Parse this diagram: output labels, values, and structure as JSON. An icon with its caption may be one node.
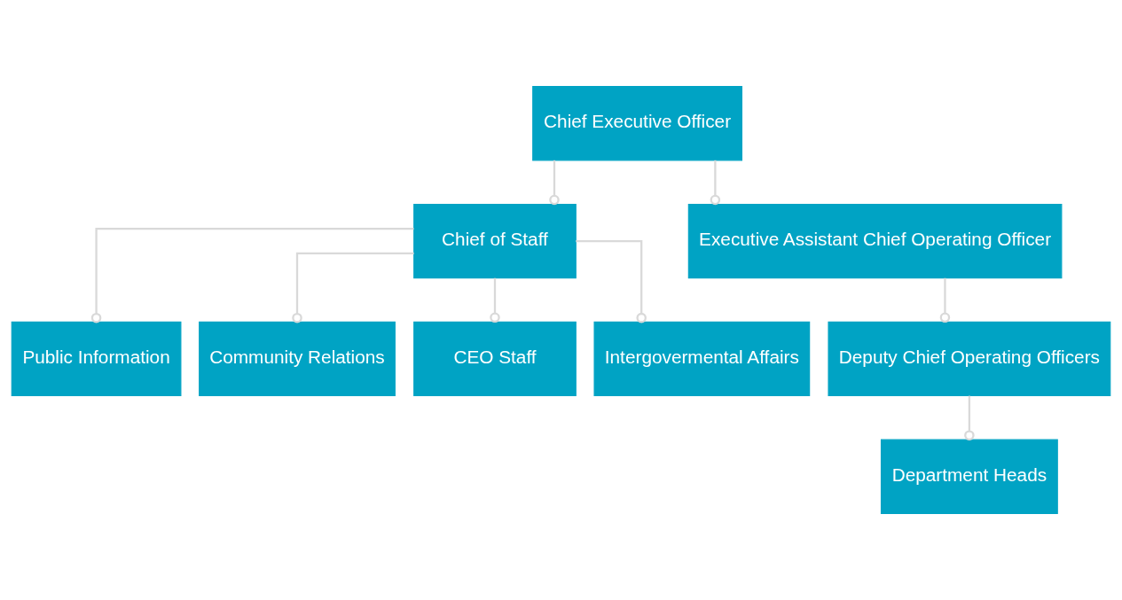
{
  "diagram": {
    "nodes": [
      {
        "text": [
          "Chief Executive Officer"
        ]
      },
      {
        "text": [
          "Chief of Staff"
        ]
      },
      {
        "text": [
          "Executive Assistant Chief Operating Officer"
        ]
      },
      {
        "text": [
          "Public Information"
        ]
      },
      {
        "text": [
          "Community Relations"
        ]
      },
      {
        "text": [
          "CEO Staff"
        ]
      },
      {
        "text": [
          "Intergovermental Affairs"
        ]
      },
      {
        "text": [
          "Deputy Chief Operating Officers"
        ]
      },
      {
        "text": [
          "Department Heads"
        ]
      }
    ],
    "edges": [
      {
        "from": 0,
        "to": 1,
        "arrow": "other"
      },
      {
        "from": 0,
        "to": 2,
        "arrow": "other"
      },
      {
        "from": 1,
        "to": 3,
        "arrow": "other"
      },
      {
        "from": 1,
        "to": 4,
        "arrow": "other"
      },
      {
        "from": 1,
        "to": 5,
        "arrow": "other"
      },
      {
        "from": 1,
        "to": 6,
        "arrow": "other"
      },
      {
        "from": 2,
        "to": 7,
        "arrow": "other"
      },
      {
        "from": 7,
        "to": 8,
        "arrow": "other"
      }
    ]
  }
}
